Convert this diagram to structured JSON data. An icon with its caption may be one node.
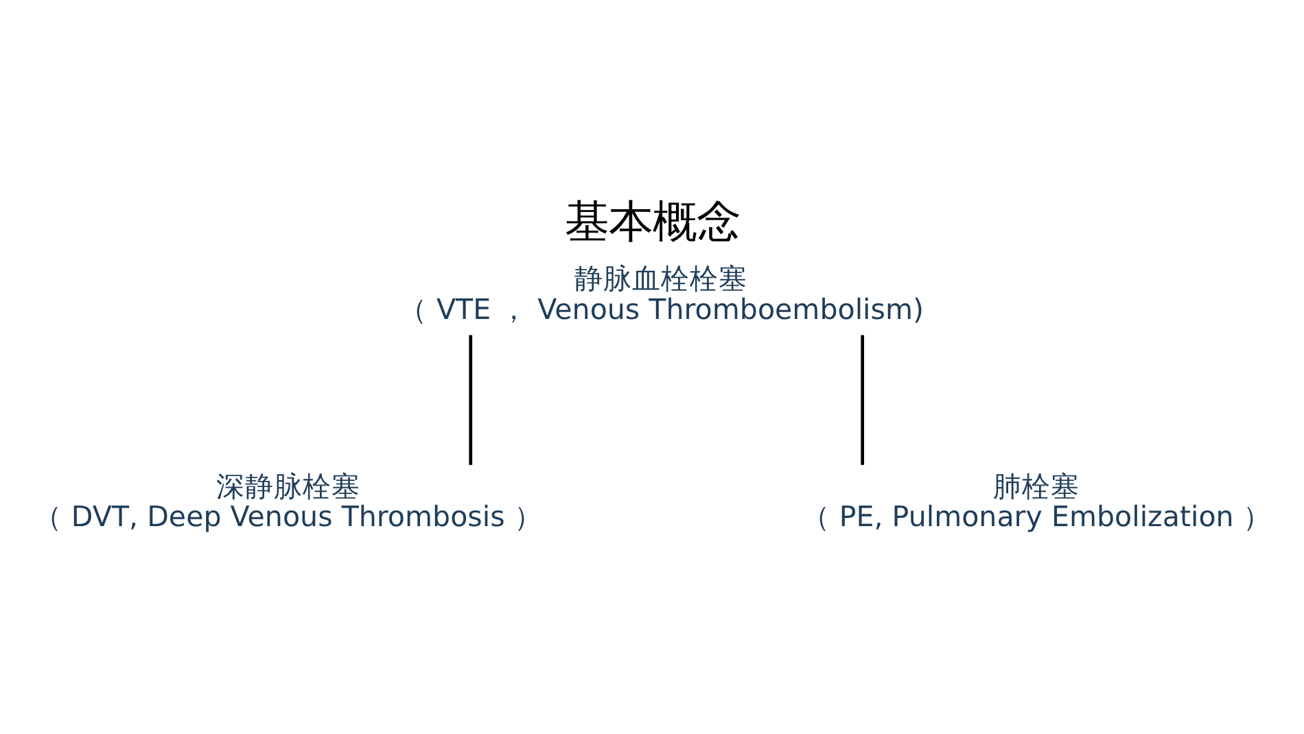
{
  "diagram": {
    "title": "基本概念",
    "nodes": [
      {
        "text": [
          "静脉血栓栓塞",
          "（ VTE ， Venous Thromboembolism)"
        ]
      },
      {
        "text": [
          "深静脉栓塞",
          "（ DVT, Deep Venous Thrombosis ）"
        ]
      },
      {
        "text": [
          "肺栓塞",
          "（ PE, Pulmonary Embolization ）"
        ]
      }
    ],
    "edges": [
      {
        "from": 0,
        "to": 1,
        "arrow": "none"
      },
      {
        "from": 0,
        "to": 2,
        "arrow": "none"
      }
    ]
  }
}
